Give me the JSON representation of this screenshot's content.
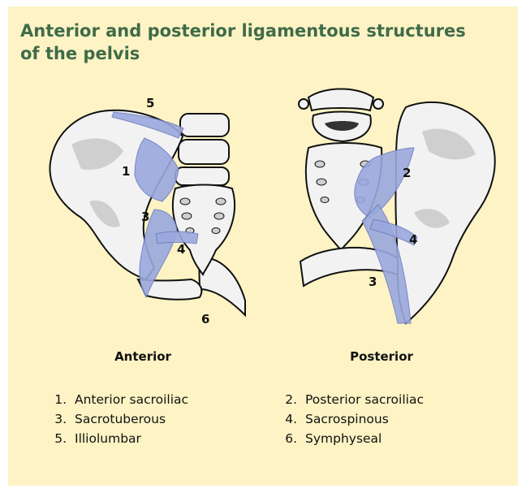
{
  "title": "Anterior and posterior ligamentous structures of the pelvis",
  "views": {
    "anterior": "Anterior",
    "posterior": "Posterior"
  },
  "figure_markers": {
    "anterior": [
      "5",
      "1",
      "3",
      "4",
      "6"
    ],
    "posterior": [
      "2",
      "4",
      "3"
    ]
  },
  "legend": {
    "left": [
      {
        "num": "1.",
        "label": "Anterior sacroiliac"
      },
      {
        "num": "3.",
        "label": "Sacrotuberous"
      },
      {
        "num": "5.",
        "label": "Illiolumbar"
      }
    ],
    "right": [
      {
        "num": "2.",
        "label": "Posterior sacroiliac"
      },
      {
        "num": "4.",
        "label": "Sacrospinous"
      },
      {
        "num": "6.",
        "label": "Symphyseal"
      }
    ]
  },
  "colors": {
    "background": "#fdf3c4",
    "title": "#3f6b4a",
    "bone": "#f2f2f2",
    "bone_shadow": "#cfcfcf",
    "ligament": "#9aa8de"
  }
}
